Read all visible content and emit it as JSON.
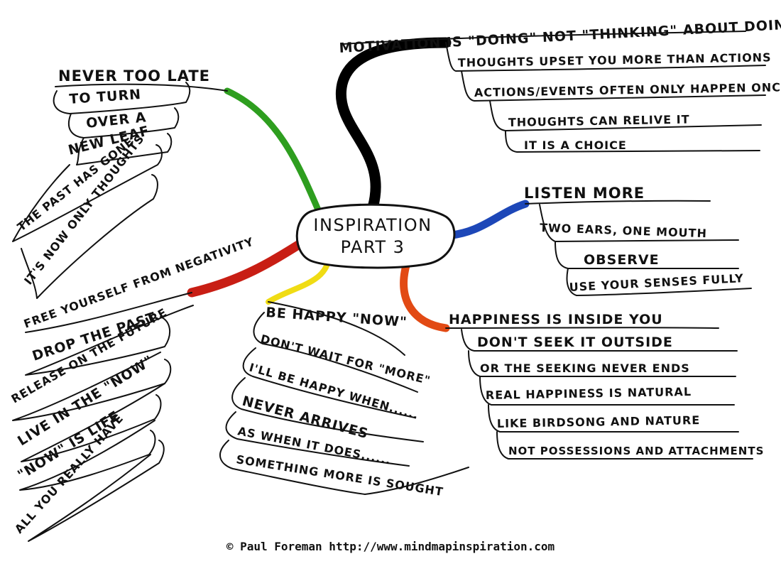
{
  "center": {
    "line1": "INSPIRATION",
    "line2": "PART 3"
  },
  "branches": {
    "motivation": {
      "title": "MOTIVATION IS \"DOING\" NOT \"THINKING\" ABOUT DOING",
      "color": "#000000",
      "items": [
        "THOUGHTS UPSET YOU MORE THAN ACTIONS",
        "ACTIONS/EVENTS OFTEN ONLY HAPPEN ONCE",
        "THOUGHTS CAN RELIVE IT",
        "IT IS A CHOICE"
      ]
    },
    "never_too_late": {
      "title": "NEVER TOO LATE",
      "color": "#2e9e1f",
      "items": [
        "TO TURN",
        "OVER A",
        "NEW LEAF",
        "THE PAST HAS GONE",
        "IT'S NOW ONLY THOUGHTS"
      ]
    },
    "listen": {
      "title": "LISTEN MORE",
      "color": "#1d47b8",
      "items": [
        "TWO EARS, ONE MOUTH",
        "OBSERVE",
        "USE YOUR SENSES FULLY"
      ]
    },
    "negativity": {
      "title": "FREE YOURSELF FROM NEGATIVITY",
      "color": "#c81e14",
      "items": [
        "DROP THE PAST",
        "RELEASE ON THE FUTURE",
        "LIVE IN THE \"NOW\"",
        "\"NOW\" IS LIFE",
        "ALL YOU REALLY HAVE"
      ]
    },
    "be_happy": {
      "title": "BE HAPPY \"NOW\"",
      "color": "#f0dc14",
      "items": [
        "DON'T WAIT FOR \"MORE\"",
        "I'LL BE HAPPY WHEN......",
        "NEVER ARRIVES",
        "AS WHEN IT DOES......",
        "SOMETHING MORE IS SOUGHT"
      ]
    },
    "happiness": {
      "title": "HAPPINESS IS INSIDE YOU",
      "color": "#e24a14",
      "items": [
        "DON'T SEEK IT OUTSIDE",
        "OR THE SEEKING NEVER ENDS",
        "REAL HAPPINESS IS NATURAL",
        "LIKE BIRDSONG AND NATURE",
        "NOT POSSESSIONS AND ATTACHMENTS"
      ]
    }
  },
  "credit": "© Paul Foreman http://www.mindmapinspiration.com"
}
